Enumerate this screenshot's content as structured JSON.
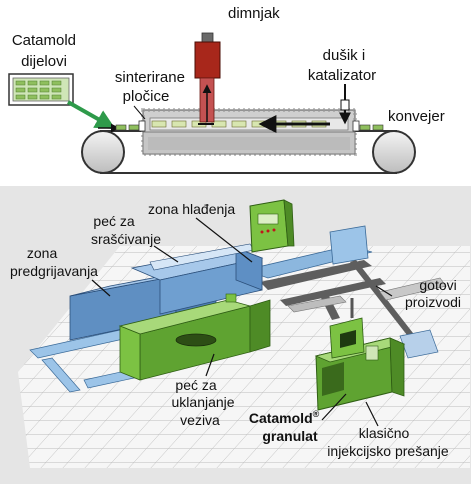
{
  "top_diagram": {
    "catamold_parts": [
      "Catamold",
      "dijelovi"
    ],
    "chimney": "dimnjak",
    "nitrogen_catalyst": [
      "dušik i",
      "katalizator"
    ],
    "sintered_plates": [
      "sinterirane",
      "pločice"
    ],
    "conveyor": "konvejer"
  },
  "bottom_diagram": {
    "cooling_zone": "zona hlađenja",
    "sintering_furnace": [
      "peć za",
      "srašćivanje"
    ],
    "preheating_zone": [
      "zona",
      "predgrijavanja"
    ],
    "finished_products": [
      "gotovi",
      "proizvodi"
    ],
    "debinding_furnace": [
      "peć za",
      "uklanjanje",
      "veziva"
    ],
    "granulate_brand": "Catamold",
    "granulate_mark": "®",
    "granulate_word": "granulat",
    "injection_molding": [
      "klasično",
      "injekcijsko prešanje"
    ]
  },
  "colors": {
    "accent_red": "#c0161b",
    "arrow_green": "#2e9a4a",
    "furnace_green": "#7cc243",
    "furnace_blue": "#6f9fd0",
    "panel_bg": "#e5e5e5"
  }
}
